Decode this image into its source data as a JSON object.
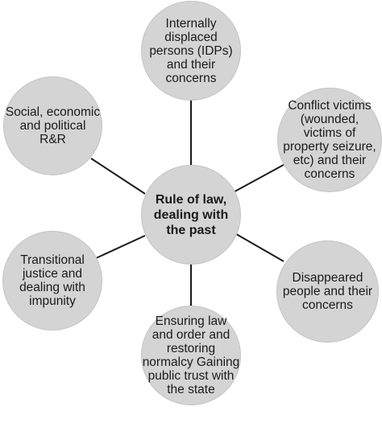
{
  "diagram": {
    "center": {
      "label": "Rule of law,\ndealing with\nthe past"
    },
    "nodes": [
      {
        "id": "idps",
        "label": "Internally\ndisplaced\npersons (IDPs)\nand their\nconcerns"
      },
      {
        "id": "conflict-victims",
        "label": "Conflict victims\n(wounded,\nvictims of\nproperty seizure,\netc) and their\nconcerns"
      },
      {
        "id": "disappeared",
        "label": "Disappeared\npeople and their\nconcerns"
      },
      {
        "id": "law-and-order",
        "label": "Ensuring law\nand order and\nrestoring\nnormalcy Gaining\npublic trust with\nthe state"
      },
      {
        "id": "transitional-justice",
        "label": "Transitional\njustice and\ndealing with\nimpunity"
      },
      {
        "id": "social-economic",
        "label": "Social, economic\nand political\nR&R"
      }
    ],
    "colors": {
      "node_fill": "#d4d4d4",
      "connector": "#1a1a1a",
      "text": "#1a1a1a"
    }
  }
}
